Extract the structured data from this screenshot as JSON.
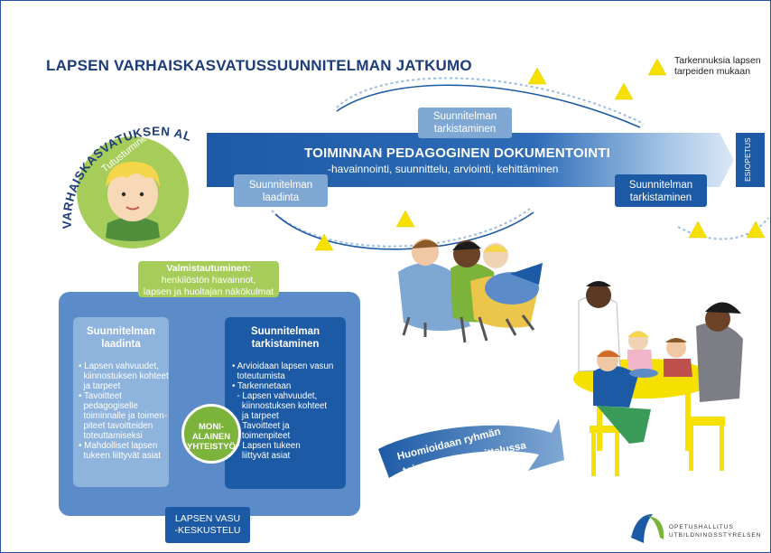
{
  "title": "LAPSEN VARHAISKASVATUSSUUNNITELMAN JATKUMO",
  "legend": {
    "icon": "yellow-triangle",
    "text": "Tarkennuksia lapsen\ntarpeiden mukaan"
  },
  "start": {
    "arc_text": "VARHAISKASVATUKSEN ALOITUS",
    "circle_label": "Tutustuminen"
  },
  "band": {
    "title": "TOIMINNAN PEDAGOGINEN DOKUMENTOINTI",
    "subtitle": "-havainnointi, suunnittelu, arviointi, kehittäminen",
    "end_label": "ESIOPETUS"
  },
  "cycle_boxes": {
    "top": "Suunnitelman\ntarkistaminen",
    "left": "Suunnitelman\nlaadinta",
    "right": "Suunnitelman\ntarkistaminen"
  },
  "preparation": {
    "title": "Valmistautuminen:",
    "text": "henkilöstön havainnot,\nlapsen ja huoltajan näkökulmat"
  },
  "left_column": {
    "heading": "Suunnitelman\nlaadinta",
    "items": "• Lapsen vahvuudet,\n  kiinnostuksen kohteet\n  ja tarpeet\n• Tavoitteet\n  pedagogiselle\n  toiminnalle ja toimen-\n  piteet tavoitteiden\n  toteuttamiseksi\n• Mahdolliset lapsen\n  tukeen liittyvät asiat"
  },
  "right_column": {
    "heading": "Suunnitelman\ntarkistaminen",
    "items": "• Arvioidaan lapsen vasun\n  toteutumista\n• Tarkennetaan\n  - Lapsen vahvuudet,\n    kiinnostuksen kohteet\n    ja tarpeet\n  - Tavoitteet ja\n    toimenpiteet\n  - Lapsen tukeen\n    liittyvät asiat"
  },
  "cooperation": "MONI-\nALAINEN\nYHTEISTYÖ",
  "discussion": "LAPSEN VASU\n-KESKUSTELU",
  "arrow_text": {
    "line1": "Huomioidaan ryhmän",
    "line2": "toiminnan suunnittelussa"
  },
  "logo": {
    "text": "OPETUSHALLITUS\nUTBILDNINGSSTYRELSEN"
  },
  "colors": {
    "dark_blue": "#1d5aa6",
    "light_blue": "#7fa7d3",
    "green": "#a6cd5a",
    "yellow": "#f5e000",
    "title_blue": "#1c3d7a"
  }
}
